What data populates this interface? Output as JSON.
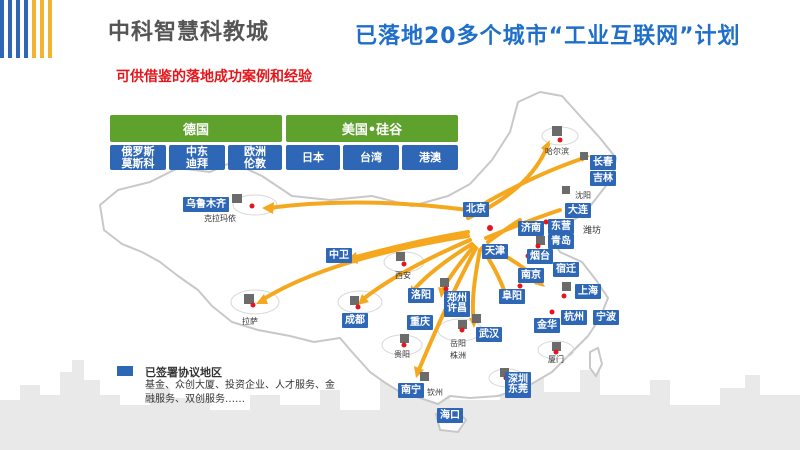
{
  "header": {
    "brand": "中科智慧科教城",
    "headline": "已落地20多个城市“工业互联网”计划",
    "subheadline": "可供借鉴的落地成功案例和经验"
  },
  "international": {
    "germany": "德国",
    "usa": "美国•硅谷",
    "moscow": "俄罗斯\n莫斯科",
    "dubai": "中东\n迪拜",
    "london": "欧洲\n伦敦",
    "japan": "日本",
    "taiwan": "台湾",
    "hkmo": "港澳"
  },
  "cities": {
    "urumqi": "乌鲁木齐",
    "karamay": "克拉玛依",
    "harbin": "哈尔滨",
    "changchun": "长春",
    "jilin": "吉林",
    "shenyang": "沈阳",
    "dalian": "大连",
    "beijing": "北京",
    "tianjin": "天津",
    "jinan": "济南",
    "dongying": "东营",
    "weifang": "潍坊",
    "qingdao": "青岛",
    "yantai": "烟台",
    "zhongwei": "中卫",
    "xian": "西安",
    "lhasa": "拉萨",
    "chengdu": "成都",
    "luoyang": "洛阳",
    "zhengzhou_xuchang": "郑州\n许昌",
    "fuyang": "阜阳",
    "nanjing": "南京",
    "suqian": "宿迁",
    "shanghai": "上海",
    "hangzhou": "杭州",
    "ningbo": "宁波",
    "jinhua": "金华",
    "chongqing": "重庆",
    "wuhan": "武汉",
    "guiyang": "贵阳",
    "yueyang_zhuzhou": "岳阳\n株洲",
    "xiamen": "厦门",
    "nanning": "南宁",
    "qinzhou": "钦州",
    "shenzhen_dongguan": "深圳\n东莞",
    "haikou": "海口"
  },
  "legend": {
    "title": "已签署协议地区",
    "description": "基金、众创大厦、投资企业、人才服务、金融服务、双创服务……"
  },
  "colors": {
    "headline_blue": "#1F6FC9",
    "city_blue": "#2F67B7",
    "green": "#5EA12D",
    "accent_red": "#E5161B",
    "arrow_orange": "#F5A81E",
    "map_outline": "#C8C8C8",
    "skyline": "#E6E6E6"
  }
}
